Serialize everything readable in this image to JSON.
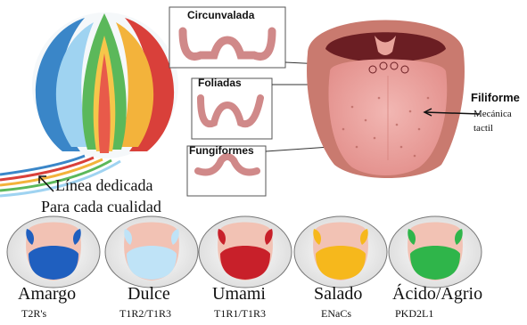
{
  "papilla_types": {
    "circunvalada": "Circunvalada",
    "foliadas": "Foliadas",
    "fungiformes": "Fungiformes"
  },
  "filiforme": {
    "title": "Filiforme",
    "line1": "Mecánica",
    "line2": "tactil"
  },
  "bud_caption": {
    "line1": "Línea dedicada",
    "line2": "Para cada cualidad"
  },
  "tastes": [
    {
      "name": "Amargo",
      "receptor": "T2R's",
      "color": "#1f5fbf"
    },
    {
      "name": "Dulce",
      "receptor": "T1R2/T1R3",
      "color": "#bfe3f7"
    },
    {
      "name": "Umami",
      "receptor": "T1R1/T1R3",
      "color": "#c8202a"
    },
    {
      "name": "Salado",
      "receptor": "ENaCs",
      "color": "#f6b81c"
    },
    {
      "name": "Ácido/Agrio",
      "receptor": "PKD2L1",
      "color": "#2fb54a"
    }
  ]
}
